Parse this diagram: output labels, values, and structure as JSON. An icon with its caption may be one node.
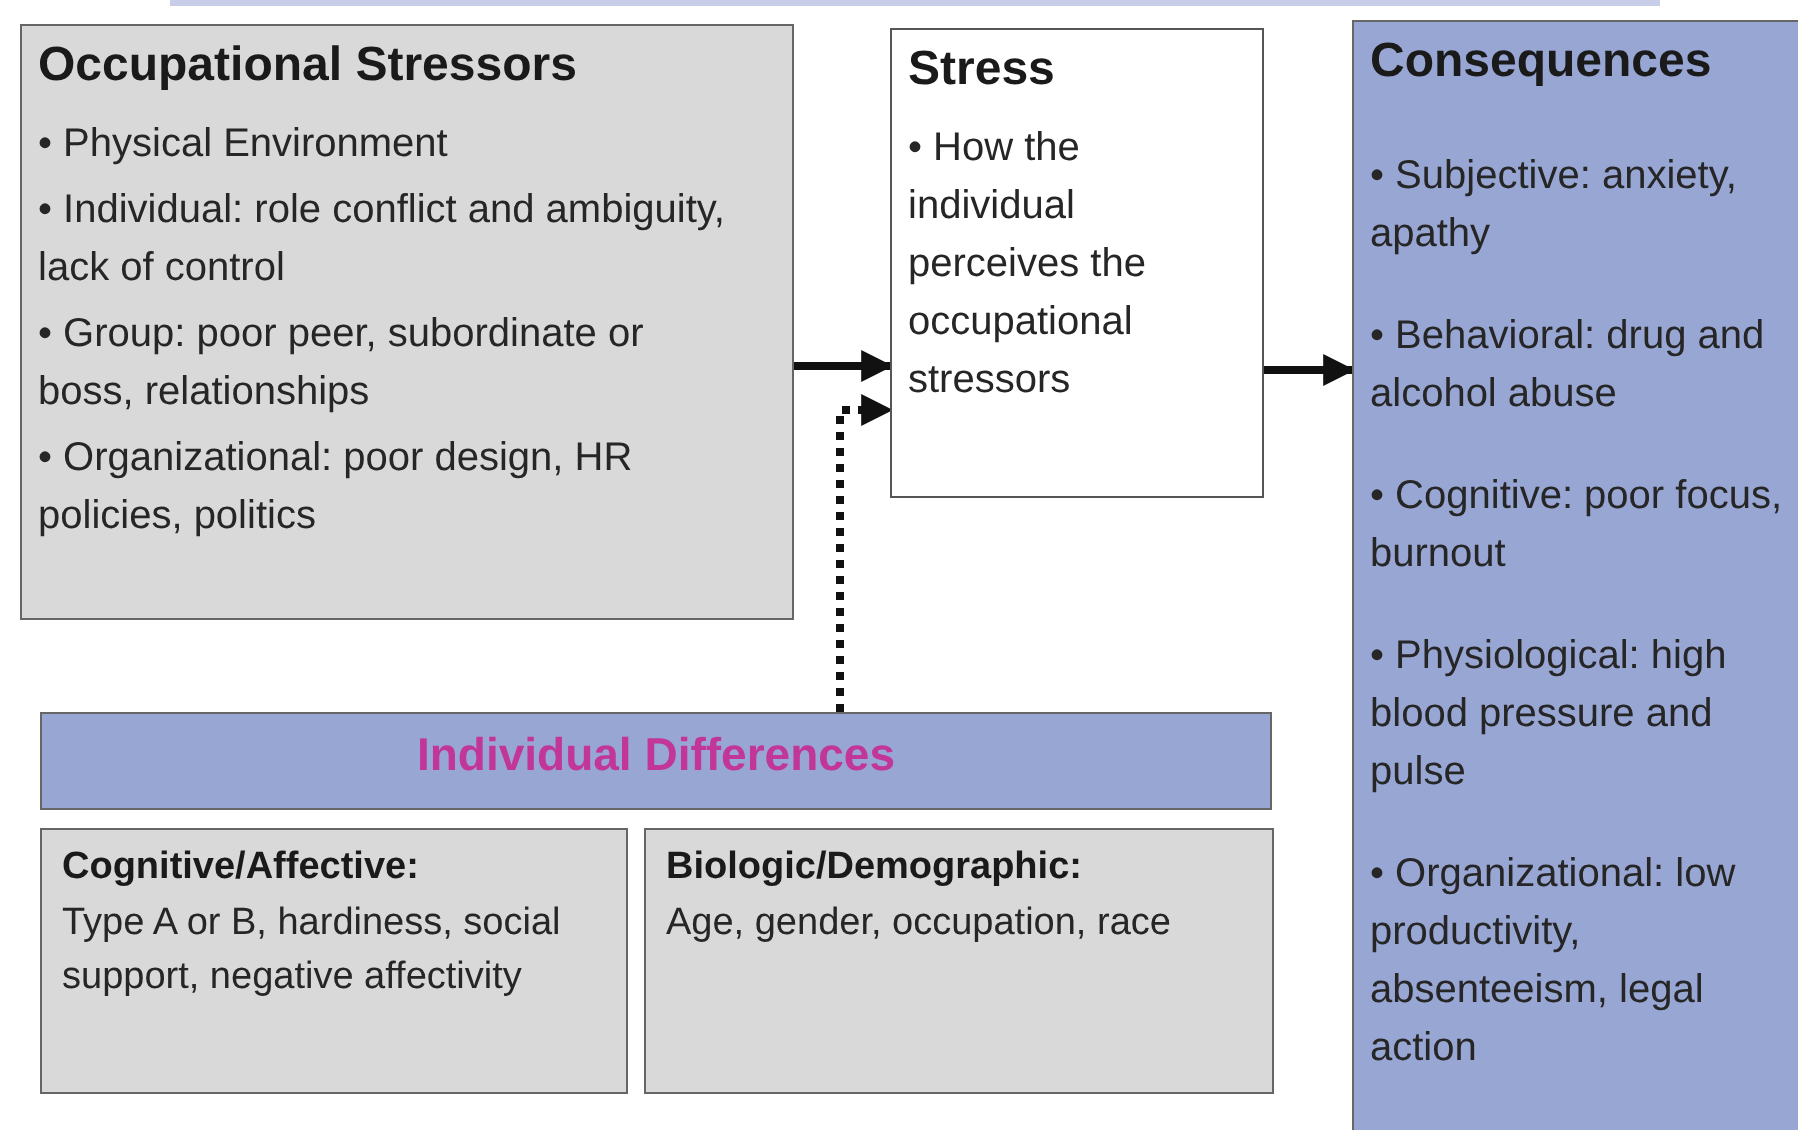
{
  "diagram": {
    "nodes": [
      {
        "text": [
          "Occupational Stressors",
          "• Physical Environment",
          "• Individual: role conflict and ambiguity, lack of control",
          "• Group: poor peer, subordinate or boss, relationships",
          "• Organizational: poor  design, HR policies, politics"
        ]
      },
      {
        "text": [
          "Stress",
          "• How the individual perceives the occupational stressors"
        ]
      },
      {
        "text": [
          "Consequences",
          "• Subjective: anxiety, apathy",
          "• Behavioral: drug and alcohol abuse",
          "• Cognitive: poor focus, burnout",
          "• Physiological: high blood pressure and pulse",
          "• Organizational: low productivity, absenteeism, legal action"
        ]
      },
      {
        "text": [
          "Individual Differences"
        ]
      },
      {
        "text": [
          "Cognitive/Affective:",
          "Type A or B, hardiness, social support, negative affectivity"
        ]
      },
      {
        "text": [
          "Biologic/Demographic:",
          "Age, gender, occupation, race"
        ]
      }
    ],
    "edges": [
      {
        "from": 0,
        "to": 1,
        "arrow": "to"
      },
      {
        "from": 1,
        "to": 2,
        "arrow": "to"
      },
      {
        "from": 3,
        "to": 1,
        "arrow": "to",
        "style": "dashed"
      }
    ]
  }
}
